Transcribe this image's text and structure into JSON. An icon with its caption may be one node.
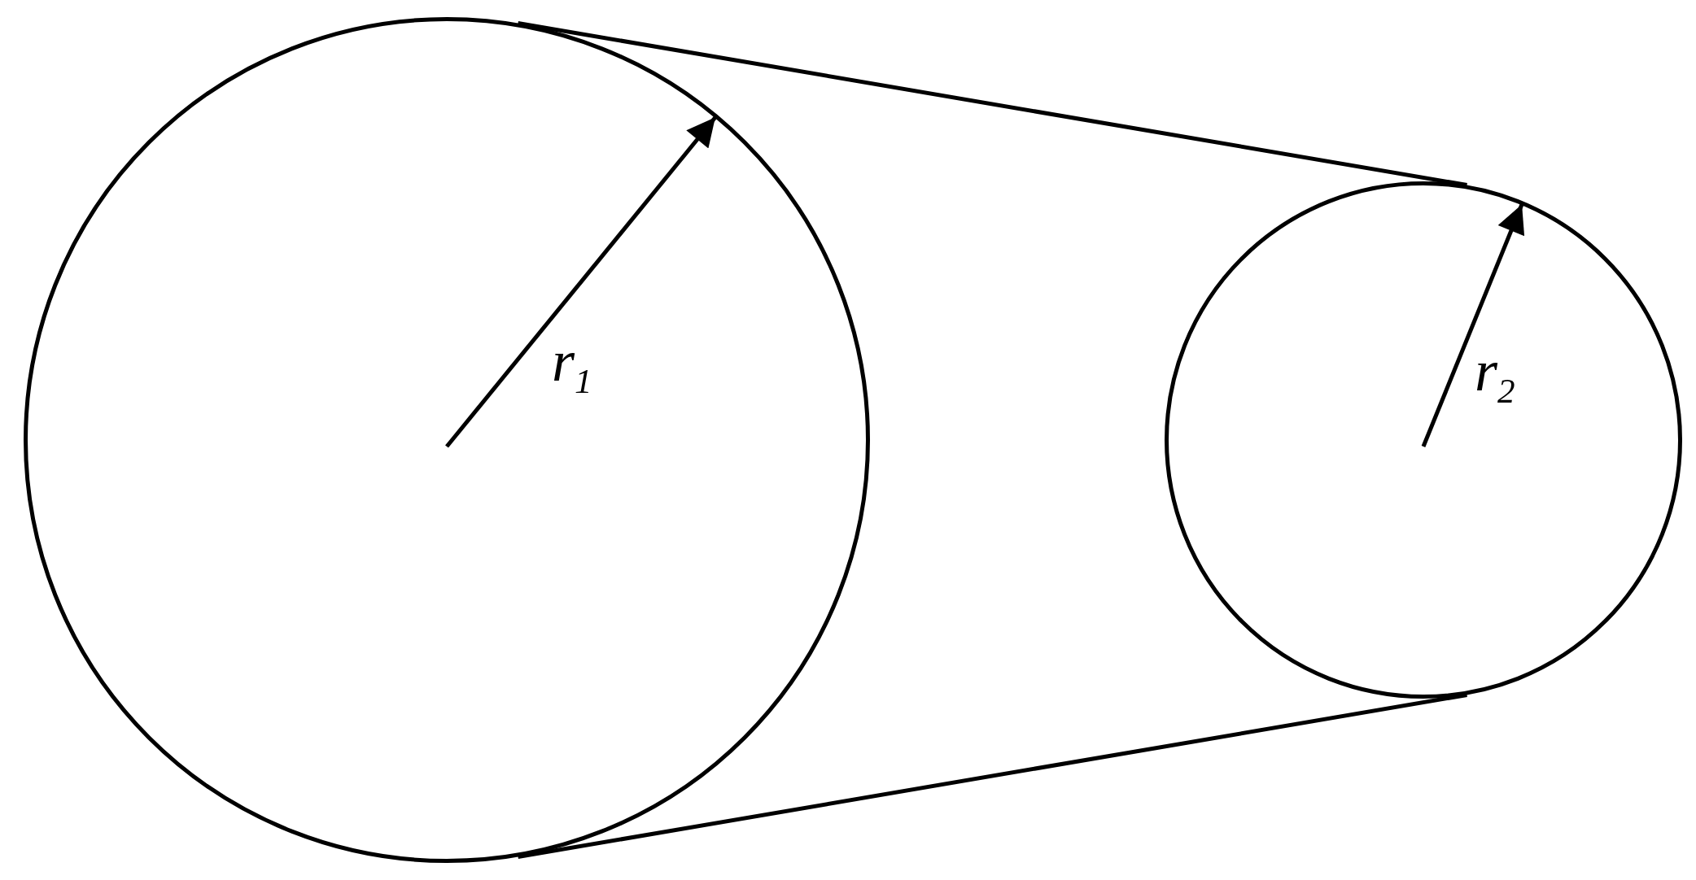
{
  "diagram": {
    "nodes": [
      {
        "text": [],
        "shape": "circle"
      },
      {
        "text": [],
        "shape": "circle"
      }
    ],
    "edges": [
      {
        "from": 0,
        "to": 1,
        "arrow": "none"
      },
      {
        "from": 0,
        "to": 1,
        "arrow": "none"
      }
    ],
    "labels": [
      "r$_{1}$",
      "r$_{2}$"
    ]
  }
}
